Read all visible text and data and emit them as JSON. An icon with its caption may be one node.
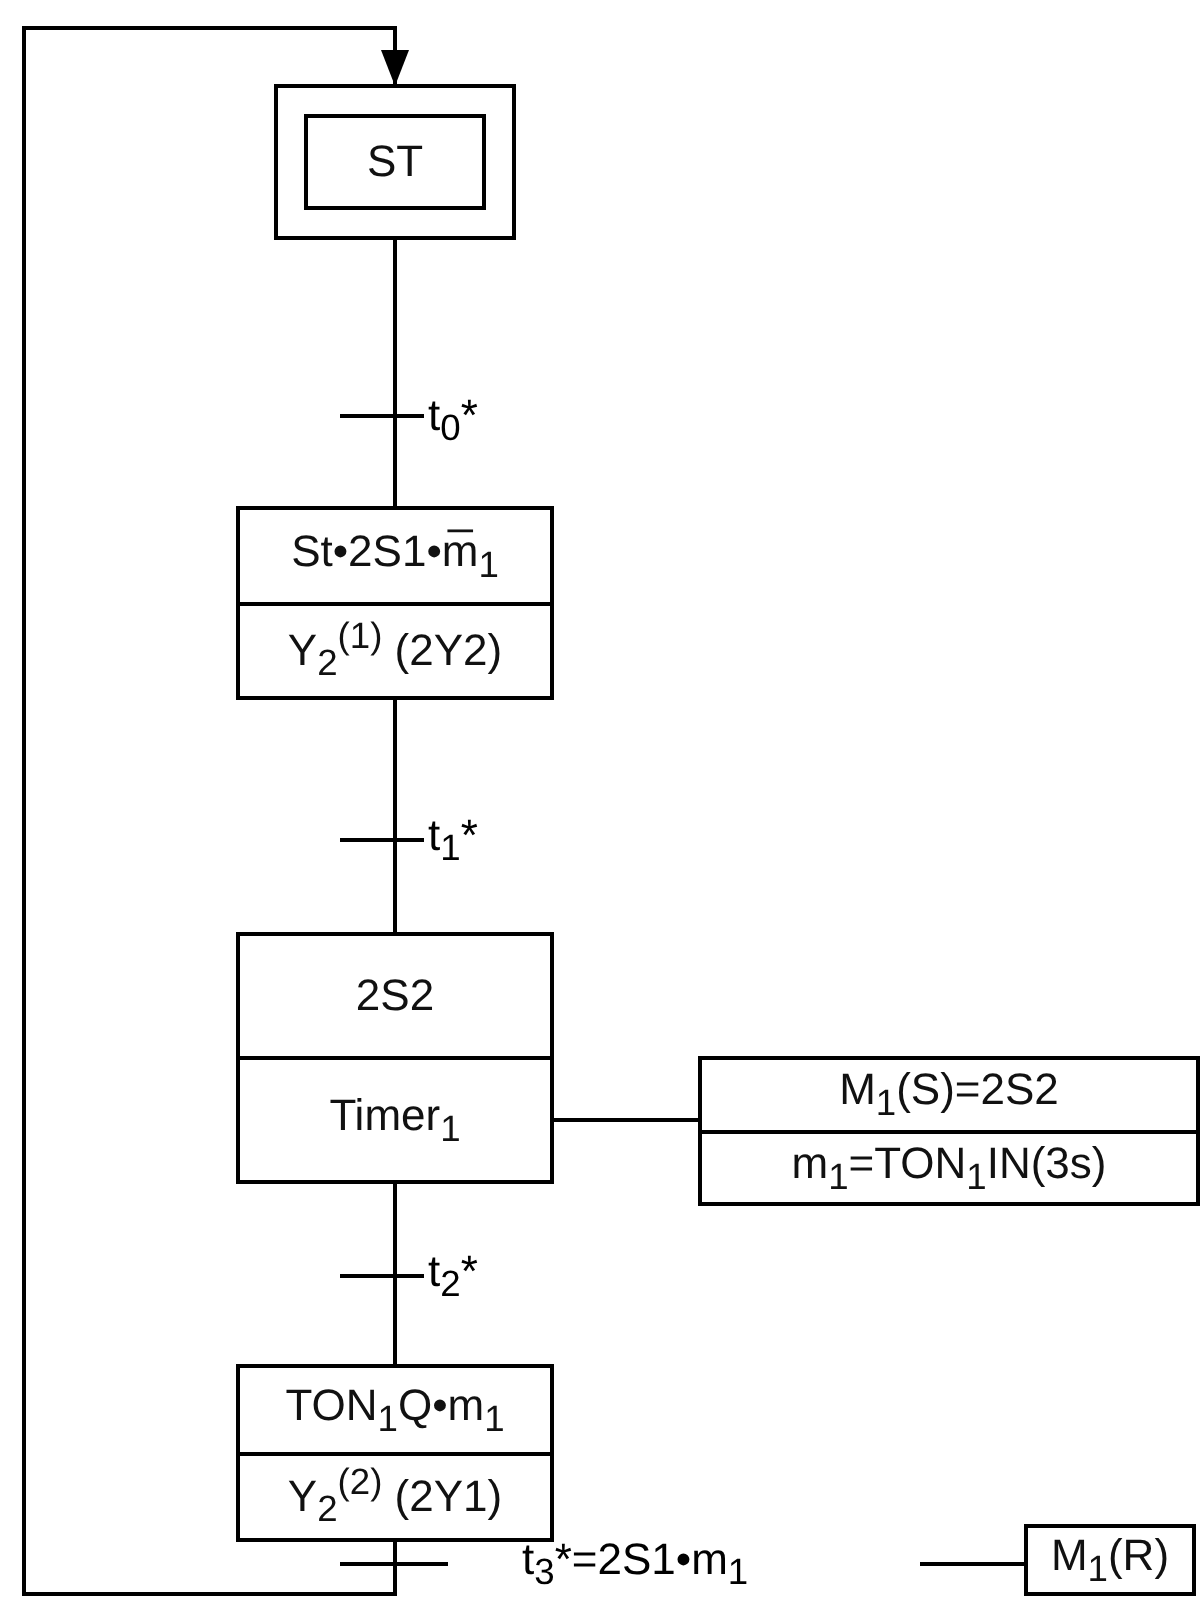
{
  "diagram": {
    "nodes": [
      {
        "text": [
          "ST"
        ]
      },
      {
        "text": [
          "St•2S1•m̅$_{1}$",
          "Y$_{2}$$^{(1)}$ (2Y2)"
        ]
      },
      {
        "text": [
          "2S2",
          "Timer$_{1}$"
        ]
      },
      {
        "text": [
          "M$_{1}$(S)=2S2",
          "m$_{1}$=TON$_{1}$IN(3s)"
        ]
      },
      {
        "text": [
          "TON$_{1}$Q•m$_{1}$",
          "Y$_{2}$$^{(2)}$ (2Y1)"
        ]
      },
      {
        "text": [
          "M$_{1}$(R)"
        ]
      }
    ],
    "edges": [
      {
        "from": 0,
        "to": 1,
        "arrow": "none",
        "label": "t$_{0}$*"
      },
      {
        "from": 1,
        "to": 2,
        "arrow": "none",
        "label": "t$_{1}$*"
      },
      {
        "from": 2,
        "to": 4,
        "arrow": "none",
        "label": "t$_{2}$*"
      },
      {
        "from": 4,
        "to": 0,
        "arrow": "to",
        "label": "t$_{3}$*=2S1•m$_{1}$"
      },
      {
        "from": 2,
        "to": 3,
        "arrow": "none"
      },
      {
        "from": null,
        "to": 5,
        "arrow": "none"
      }
    ]
  }
}
